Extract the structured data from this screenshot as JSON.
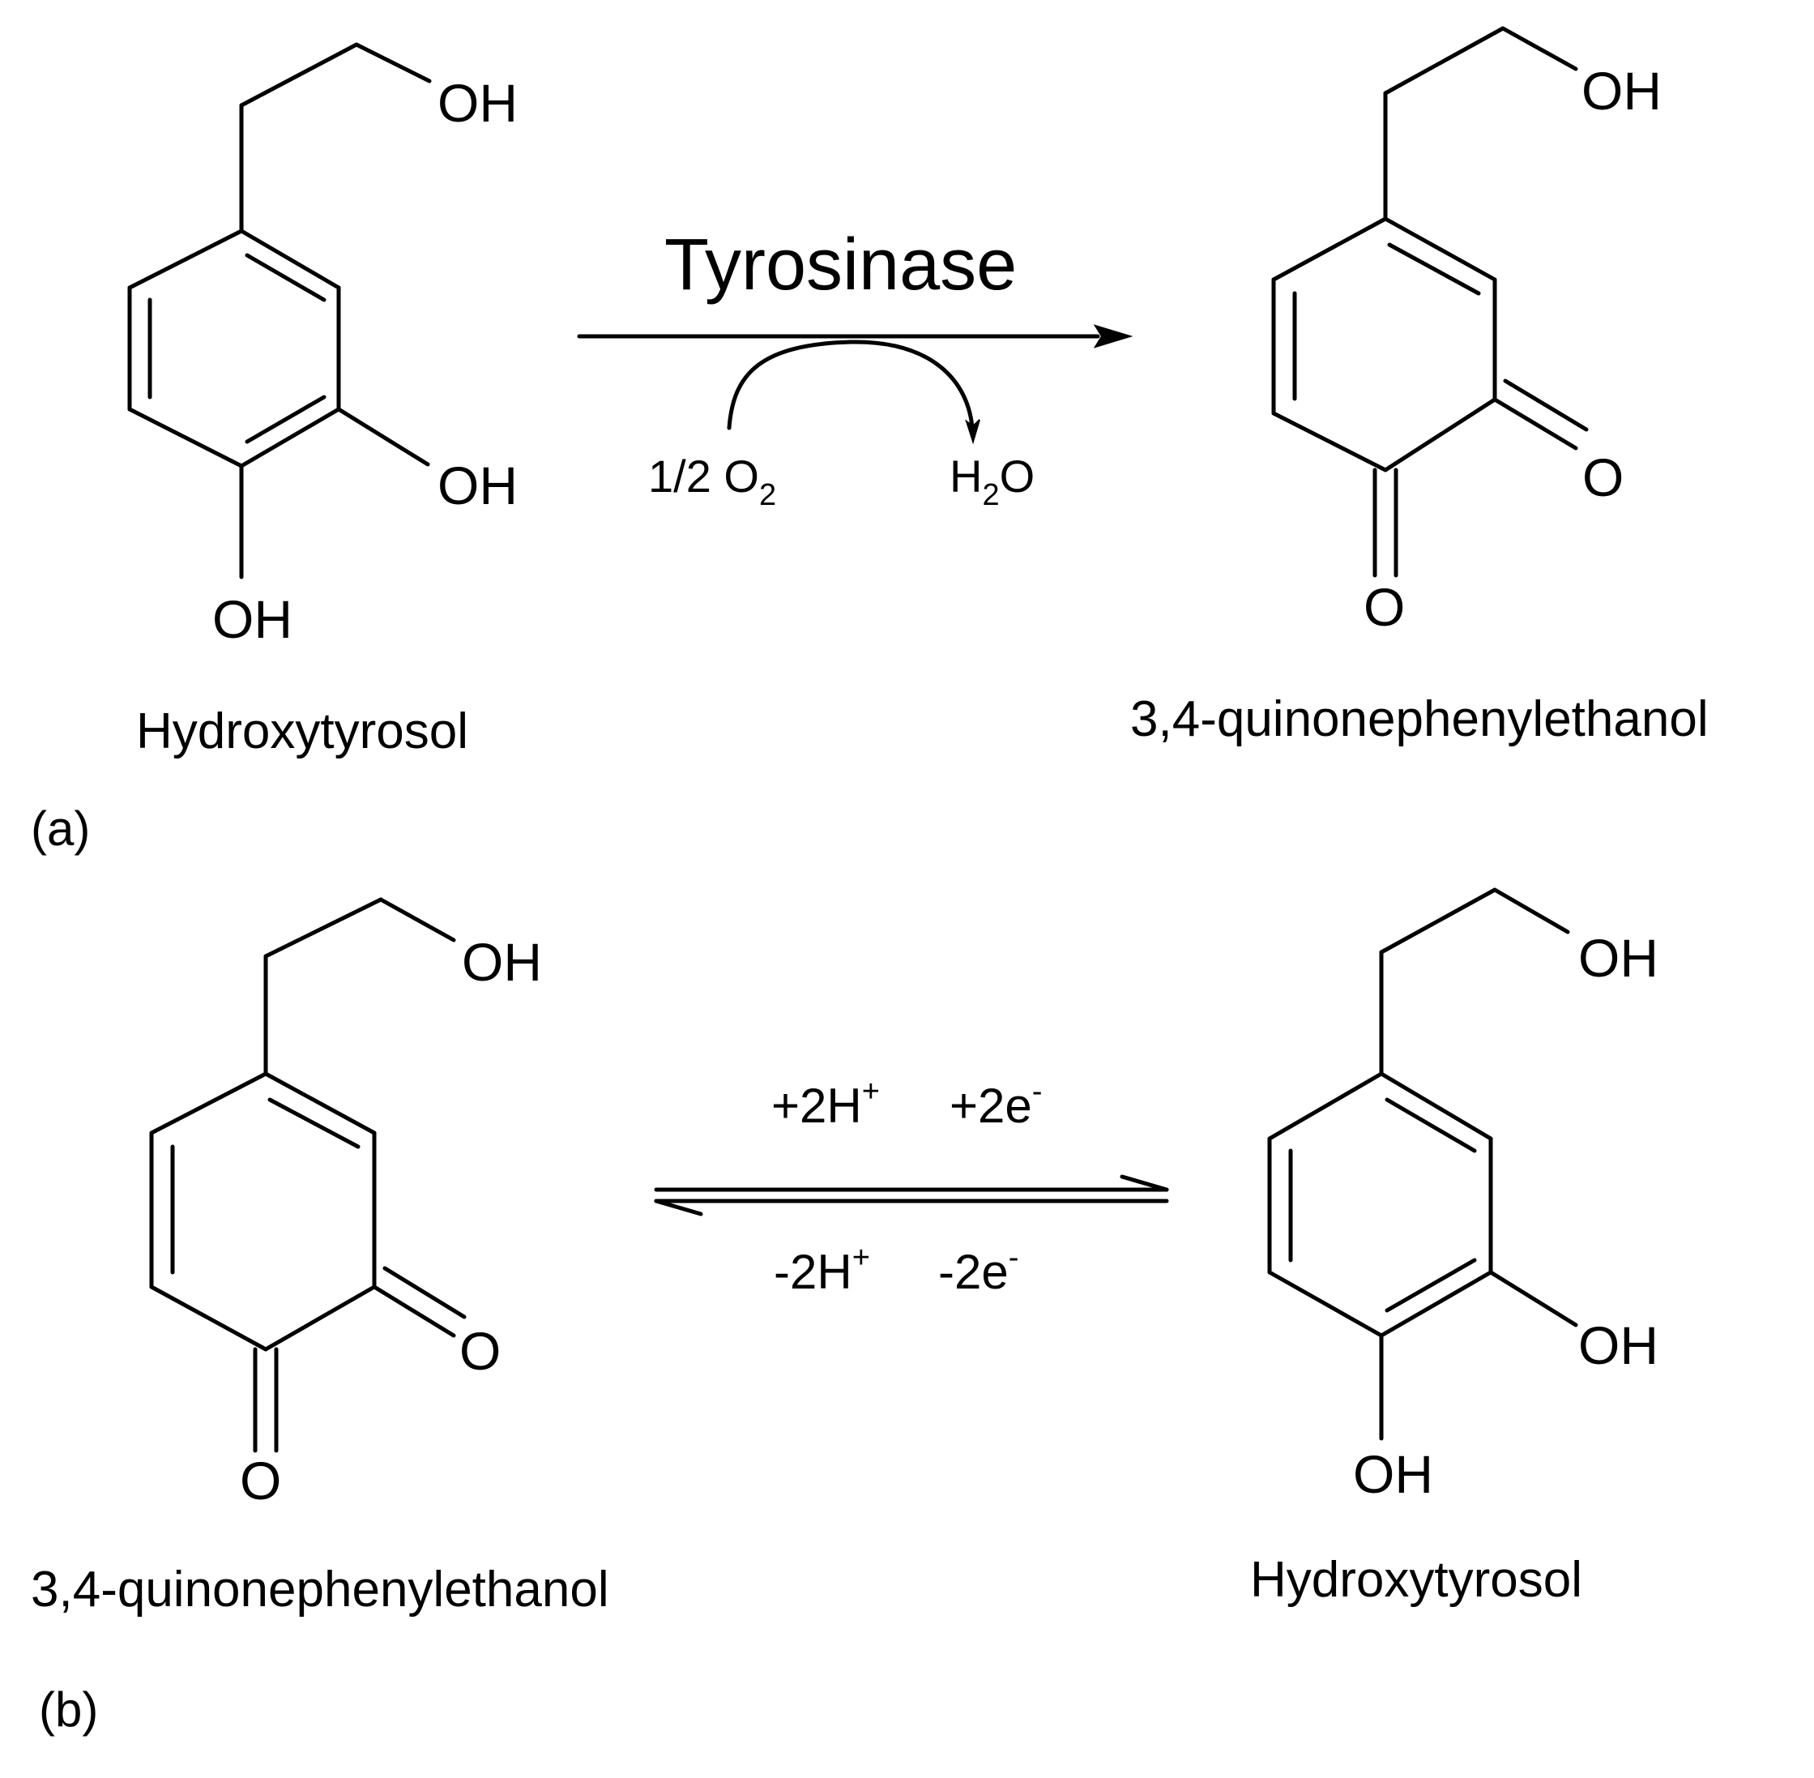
{
  "panel_a": {
    "label": "(a)",
    "reactant_name": "Hydroxytyrosol",
    "product_name": "3,4-quinonephenylethanol",
    "enzyme": "Tyrosinase",
    "cosubstrate": "1/2 O",
    "cosubstrate_sub": "2",
    "coproduct_h": "H",
    "coproduct_sub": "2",
    "coproduct_o": "O"
  },
  "panel_b": {
    "label": "(b)",
    "left_name": "3,4-quinonephenylethanol",
    "right_name": "Hydroxytyrosol",
    "forward_h": "+2H",
    "forward_h_charge": "+",
    "forward_e": "+2e",
    "forward_e_charge": "-",
    "reverse_h": "-2H",
    "reverse_h_charge": "+",
    "reverse_e": "-2e",
    "reverse_e_charge": "-"
  },
  "atoms": {
    "hydroxyl": "OH",
    "oxygen": "O"
  }
}
